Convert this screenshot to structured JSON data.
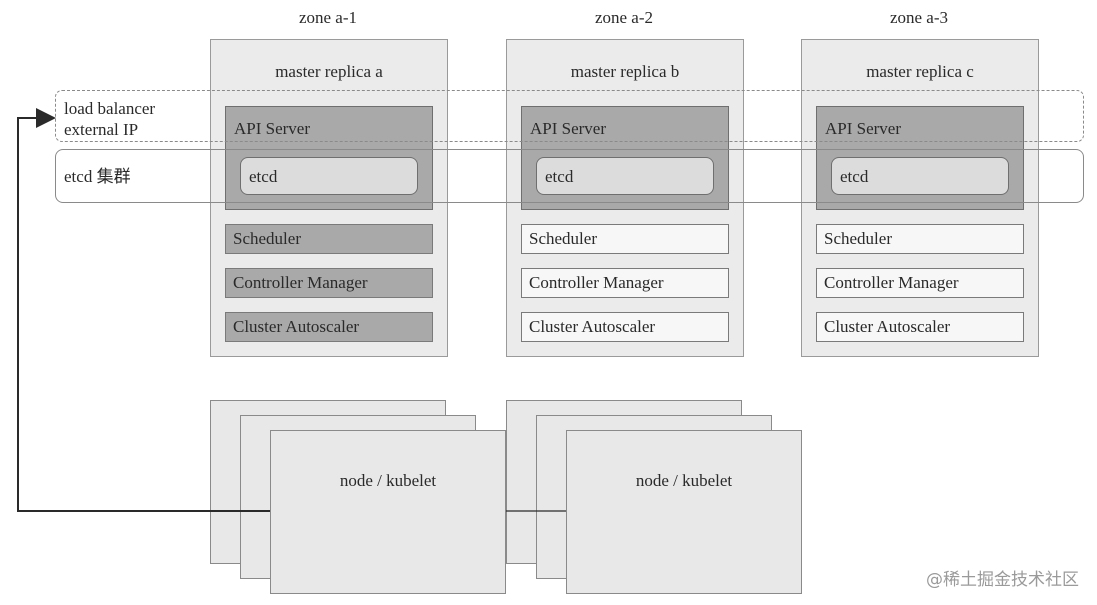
{
  "zones": [
    {
      "zone_label": "zone a-1",
      "master_title": "master replica a",
      "api_label": "API Server",
      "etcd_label": "etcd",
      "components": [
        {
          "label": "Scheduler",
          "state": "active"
        },
        {
          "label": "Controller Manager",
          "state": "active"
        },
        {
          "label": "Cluster Autoscaler",
          "state": "active"
        }
      ]
    },
    {
      "zone_label": "zone a-2",
      "master_title": "master replica b",
      "api_label": "API Server",
      "etcd_label": "etcd",
      "components": [
        {
          "label": "Scheduler",
          "state": "standby"
        },
        {
          "label": "Controller Manager",
          "state": "standby"
        },
        {
          "label": "Cluster Autoscaler",
          "state": "standby"
        }
      ]
    },
    {
      "zone_label": "zone a-3",
      "master_title": "master replica c",
      "api_label": "API Server",
      "etcd_label": "etcd",
      "components": [
        {
          "label": "Scheduler",
          "state": "standby"
        },
        {
          "label": "Controller Manager",
          "state": "standby"
        },
        {
          "label": "Cluster Autoscaler",
          "state": "standby"
        }
      ]
    }
  ],
  "bands": {
    "load_balancer_line1": "load balancer",
    "load_balancer_line2": "external IP",
    "etcd_cluster": "etcd 集群"
  },
  "node_groups": [
    {
      "label": "node / kubelet"
    },
    {
      "label": "node / kubelet"
    }
  ],
  "watermark": "@稀土掘金技术社区",
  "colors": {
    "active_component": "#a9a9a9",
    "standby_component": "#f7f7f7",
    "master_background": "#ebebeb",
    "arrow": "#2a2a2a"
  }
}
